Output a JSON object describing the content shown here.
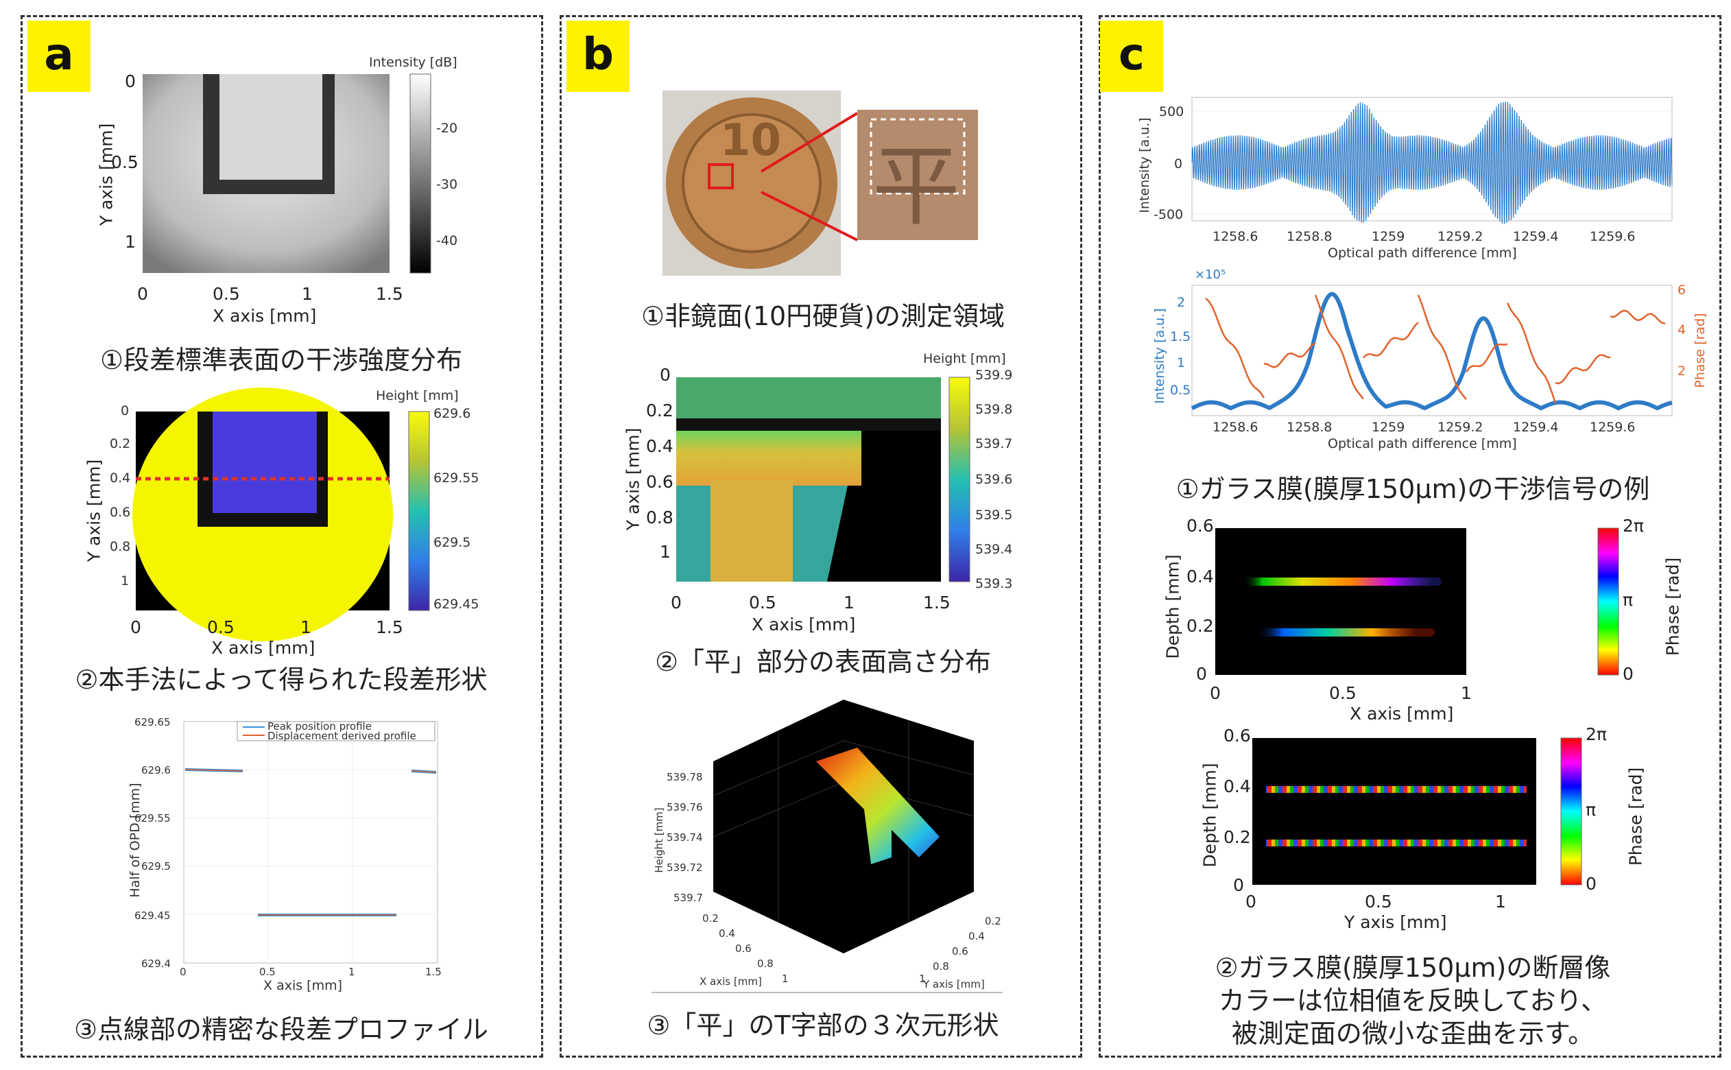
{
  "panels": {
    "a": {
      "label": "a",
      "fig1": {
        "caption": "①段差標準表面の干渉強度分布",
        "xlabel": "X axis [mm]",
        "ylabel": "Y axis [mm]",
        "xticks": [
          "0",
          "0.5",
          "1",
          "1.5"
        ],
        "yticks": [
          "0",
          "0.5",
          "1"
        ],
        "cbar_title": "Intensity [dB]",
        "cbar_ticks": [
          "-20",
          "-30",
          "-40"
        ]
      },
      "fig2": {
        "caption": "②本手法によって得られた段差形状",
        "xlabel": "X axis [mm]",
        "ylabel": "Y axis [mm]",
        "xticks": [
          "0",
          "0.5",
          "1",
          "1.5"
        ],
        "yticks": [
          "0",
          "0.2",
          "0.4",
          "0.6",
          "0.8",
          "1"
        ],
        "cbar_title": "Height [mm]",
        "cbar_ticks": [
          "629.6",
          "629.55",
          "629.5",
          "629.45"
        ]
      },
      "fig3": {
        "caption": "③点線部の精密な段差プロファイル",
        "xlabel": "X axis [mm]",
        "ylabel": "Half of OPD [mm]",
        "xticks": [
          "0",
          "0.5",
          "1",
          "1.5"
        ],
        "yticks": [
          "629.65",
          "629.6",
          "629.55",
          "629.5",
          "629.45",
          "629.4"
        ],
        "legend": [
          "Peak position profile",
          "Displacement derived profile"
        ]
      }
    },
    "b": {
      "label": "b",
      "fig1": {
        "caption": "①非鏡面(10円硬貨)の測定領域",
        "coin_text": "10",
        "coin_kanji": "平"
      },
      "fig2": {
        "caption": "②「平」部分の表面高さ分布",
        "xlabel": "X axis [mm]",
        "ylabel": "Y axis [mm]",
        "xticks": [
          "0",
          "0.5",
          "1",
          "1.5"
        ],
        "yticks": [
          "0",
          "0.2",
          "0.4",
          "0.6",
          "0.8",
          "1"
        ],
        "cbar_title": "Height [mm]",
        "cbar_ticks": [
          "539.9",
          "539.8",
          "539.7",
          "539.6",
          "539.5",
          "539.4",
          "539.3"
        ]
      },
      "fig3": {
        "caption": "③「平」のT字部の３次元形状",
        "zlabel": "Height [mm]",
        "xlabel": "X axis [mm]",
        "ylabel": "Y axis [mm]",
        "zticks": [
          "539.78",
          "539.76",
          "539.74",
          "539.72",
          "539.7"
        ],
        "xticks": [
          "0.2",
          "0.4",
          "0.6",
          "0.8",
          "1"
        ],
        "yticks": [
          "0.2",
          "0.4",
          "0.6",
          "0.8",
          "1"
        ]
      }
    },
    "c": {
      "label": "c",
      "fig1": {
        "caption": "①ガラス膜(膜厚150μm)の干渉信号の例",
        "top_ylabel": "Intensity [a.u.]",
        "top_yticks": [
          "500",
          "0",
          "-500"
        ],
        "xlabel": "Optical path difference [mm]",
        "xticks": [
          "1258.6",
          "1258.8",
          "1259",
          "1259.2",
          "1259.4",
          "1259.6"
        ],
        "bot_ylabel": "Intensity [a.u.]",
        "bot_yticks": [
          "2",
          "1.5",
          "1",
          "0.5"
        ],
        "bot_exp": "×10⁵",
        "bot_ylabel2": "Phase [rad]",
        "bot_yticks2": [
          "6",
          "4",
          "2"
        ]
      },
      "fig2": {
        "caption_line1": "②ガラス膜(膜厚150μm)の断層像",
        "caption_line2": "カラーは位相値を反映しており、",
        "caption_line3": "被測定面の微小な歪曲を示す。",
        "top": {
          "xlabel": "X axis [mm]",
          "ylabel": "Depth [mm]",
          "xticks": [
            "0",
            "0.5",
            "1"
          ],
          "yticks": [
            "0.6",
            "0.4",
            "0.2",
            "0"
          ]
        },
        "bottom": {
          "xlabel": "Y axis [mm]",
          "ylabel": "Depth [mm]",
          "xticks": [
            "0",
            "0.5",
            "1"
          ],
          "yticks": [
            "0.6",
            "0.4",
            "0.2",
            "0"
          ]
        },
        "cbar_title": "Phase [rad]",
        "cbar_ticks": [
          "2π",
          "π",
          "0"
        ]
      }
    }
  }
}
